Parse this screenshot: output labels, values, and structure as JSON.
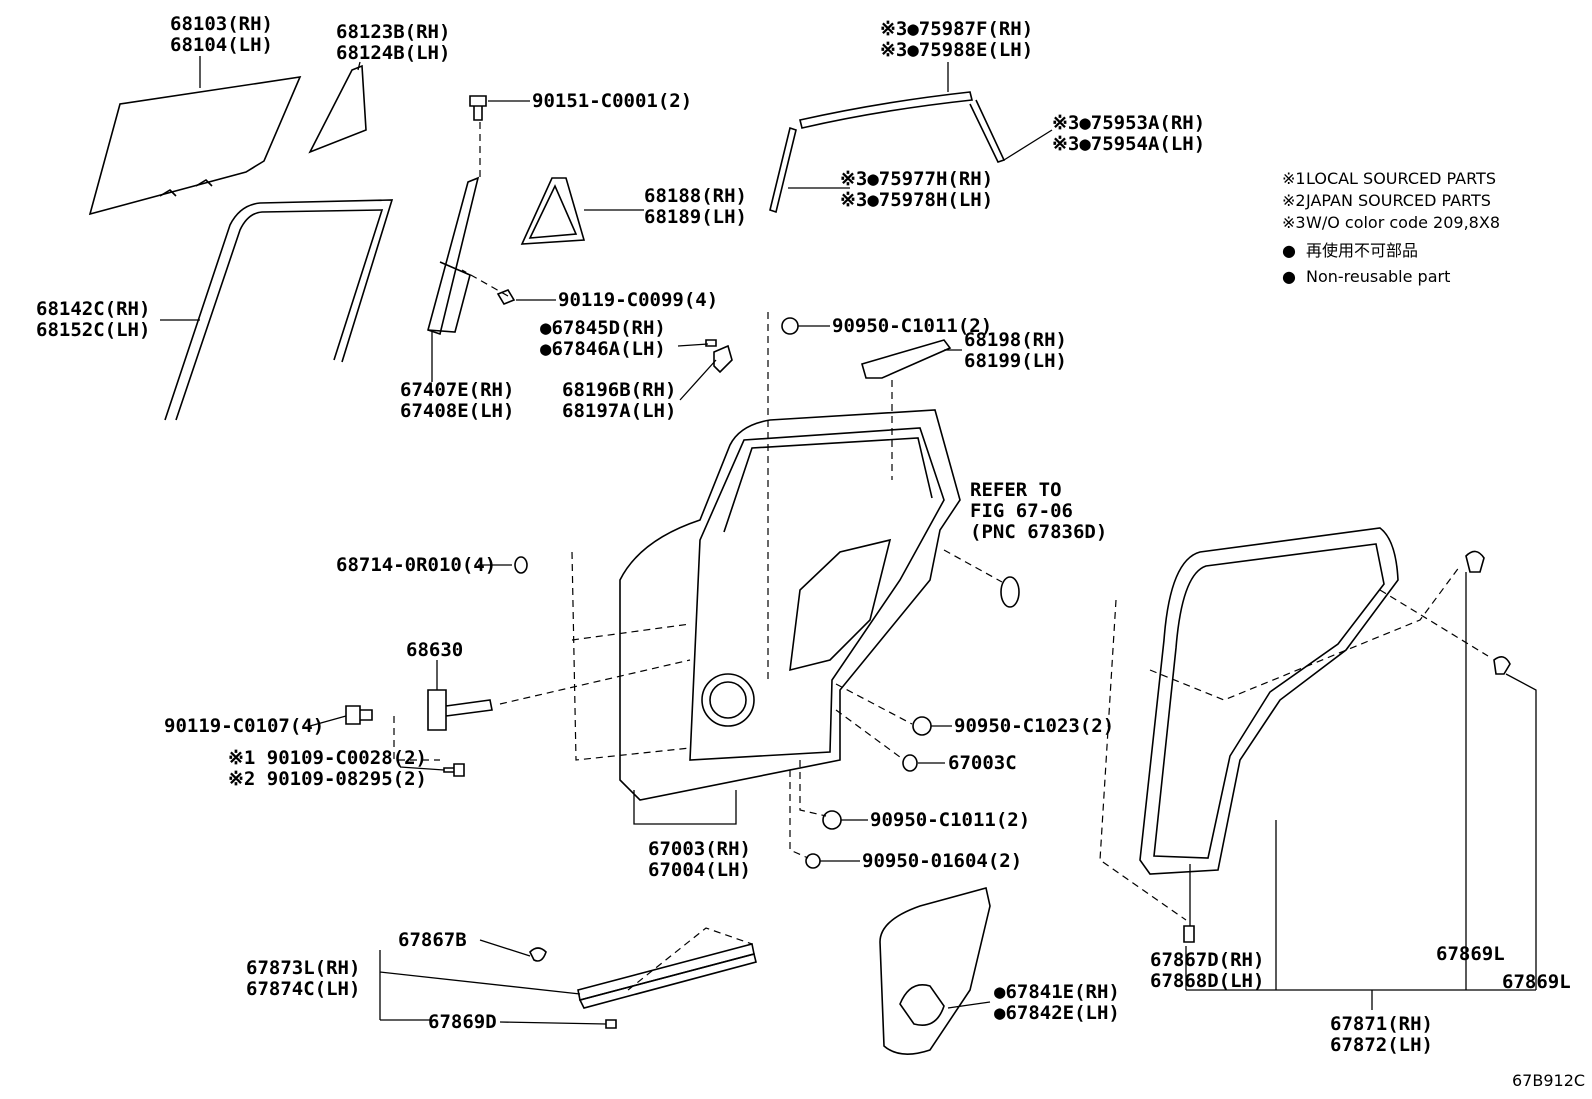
{
  "diagram_code": "67B912C",
  "legend": [
    {
      "mark": "※1",
      "text": "LOCAL SOURCED PARTS"
    },
    {
      "mark": "※2",
      "text": "JAPAN SOURCED PARTS"
    },
    {
      "mark": "※3",
      "text": "W/O color code 209,8X8"
    },
    {
      "mark": "●",
      "text": "再使用不可部品"
    },
    {
      "mark": "●",
      "text": "Non-reusable part"
    }
  ],
  "refer_note": [
    "REFER TO",
    "FIG 67-06",
    "(PNC 67836D)"
  ],
  "parts": [
    {
      "id": "glass",
      "lines": [
        "68103(RH)",
        "68104(LH)"
      ]
    },
    {
      "id": "quarter-glass",
      "lines": [
        "68123B(RH)",
        "68124B(LH)"
      ]
    },
    {
      "id": "bolt-90151",
      "lines": [
        "90151-C0001(2)"
      ]
    },
    {
      "id": "moulding-75987",
      "lines": [
        "※3●75987F(RH)",
        "※3●75988E(LH)"
      ]
    },
    {
      "id": "moulding-75953",
      "lines": [
        "※3●75953A(RH)",
        "※3●75954A(LH)"
      ]
    },
    {
      "id": "moulding-75977",
      "lines": [
        "※3●75977H(RH)",
        "※3●75978H(LH)"
      ]
    },
    {
      "id": "seal-68188",
      "lines": [
        "68188(RH)",
        "68189(LH)"
      ]
    },
    {
      "id": "run-channel",
      "lines": [
        "68142C(RH)",
        "68152C(LH)"
      ]
    },
    {
      "id": "bolt-90119-c0099",
      "lines": [
        "90119-C0099(4)"
      ]
    },
    {
      "id": "clip-67845",
      "lines": [
        "●67845D(RH)",
        "●67846A(LH)"
      ]
    },
    {
      "id": "plug-90950-c1011-top",
      "lines": [
        "90950-C1011(2)"
      ]
    },
    {
      "id": "bracket-68198",
      "lines": [
        "68198(RH)",
        "68199(LH)"
      ]
    },
    {
      "id": "channel-67407",
      "lines": [
        "67407E(RH)",
        "67408E(LH)"
      ]
    },
    {
      "id": "bracket-68196",
      "lines": [
        "68196B(RH)",
        "68197A(LH)"
      ]
    },
    {
      "id": "nut-68714",
      "lines": [
        "68714-0R010(4)"
      ]
    },
    {
      "id": "check-68630",
      "lines": [
        "68630"
      ]
    },
    {
      "id": "bolt-90119-c0107",
      "lines": [
        "90119-C0107(4)"
      ]
    },
    {
      "id": "bolt-90109",
      "lines": [
        "※1 90109-C0028(2)",
        "※2 90109-08295(2)"
      ]
    },
    {
      "id": "plug-90950-c1023",
      "lines": [
        "90950-C1023(2)"
      ]
    },
    {
      "id": "plug-67003c",
      "lines": [
        "67003C"
      ]
    },
    {
      "id": "plug-90950-c1011-bottom",
      "lines": [
        "90950-C1011(2)"
      ]
    },
    {
      "id": "plug-90950-01604",
      "lines": [
        "90950-01604(2)"
      ]
    },
    {
      "id": "door-panel",
      "lines": [
        "67003(RH)",
        "67004(LH)"
      ]
    },
    {
      "id": "clip-67867b",
      "lines": [
        "67867B"
      ]
    },
    {
      "id": "weatherstrip-67873",
      "lines": [
        "67873L(RH)",
        "67874C(LH)"
      ]
    },
    {
      "id": "clip-67869d",
      "lines": [
        "67869D"
      ]
    },
    {
      "id": "cover-67841",
      "lines": [
        "●67841E(RH)",
        "●67842E(LH)"
      ]
    },
    {
      "id": "clip-67867d",
      "lines": [
        "67867D(RH)",
        "67868D(LH)"
      ]
    },
    {
      "id": "clip-67869l-a",
      "lines": [
        "67869L"
      ]
    },
    {
      "id": "clip-67869l-b",
      "lines": [
        "67869L"
      ]
    },
    {
      "id": "weatherstrip-67871",
      "lines": [
        "67871(RH)",
        "67872(LH)"
      ]
    }
  ]
}
